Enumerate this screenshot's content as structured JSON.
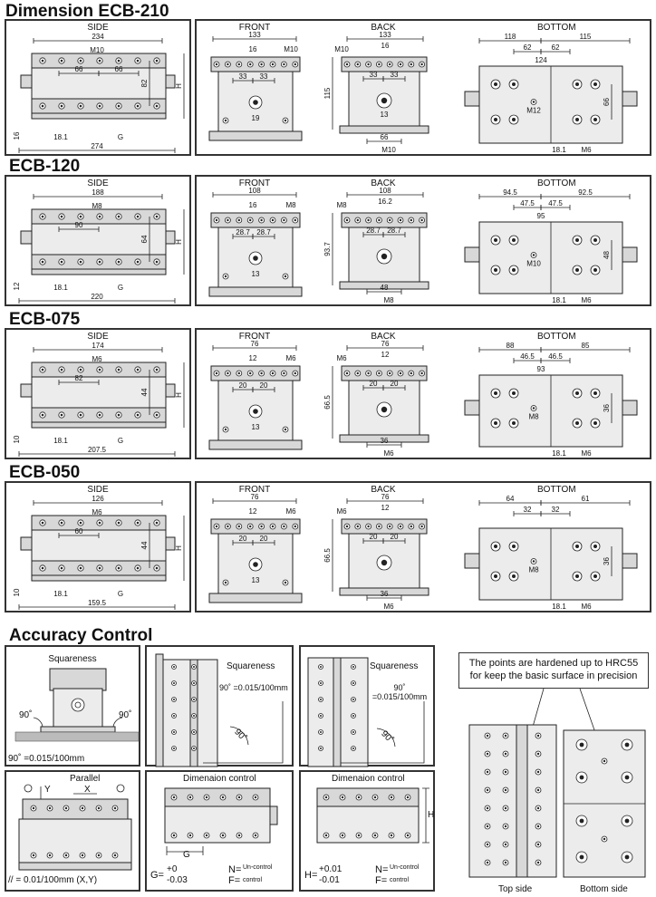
{
  "models": [
    {
      "title": "Dimension ECB-210",
      "views": {
        "side": "SIDE",
        "front": "FRONT",
        "back": "BACK",
        "bottom": "BOTTOM"
      },
      "side": {
        "overall_len": "234",
        "thread": "M10",
        "spacing1": "66",
        "spacing2": "66",
        "height_dim": "82",
        "left_h": "16",
        "edge": "18.1",
        "gauge": "G",
        "base_len": "274",
        "h_label": "H"
      },
      "front": {
        "width": "133",
        "center": "16",
        "thread": "M10",
        "pitch1": "33",
        "pitch2": "33",
        "center_hole": "19"
      },
      "back": {
        "width": "133",
        "thread": "M10",
        "center": "16",
        "pitch1": "33",
        "pitch2": "33",
        "center_hole": "13",
        "height": "115",
        "bottom_pitch": "66",
        "bottom_thread": "M10"
      },
      "bottom": {
        "left": "118",
        "right": "115",
        "half1": "62",
        "half2": "62",
        "center": "124",
        "inner": "66",
        "thread": "M12",
        "edge": "18.1",
        "edge_thread": "M6"
      }
    },
    {
      "title": "ECB-120",
      "views": {
        "side": "SIDE",
        "front": "FRONT",
        "back": "BACK",
        "bottom": "BOTTOM"
      },
      "side": {
        "overall_len": "188",
        "thread": "M8",
        "spacing1": "90",
        "height_dim": "64",
        "left_h": "12",
        "edge": "18.1",
        "gauge": "G",
        "base_len": "220",
        "h_label": "H"
      },
      "front": {
        "width": "108",
        "center": "16",
        "thread": "M8",
        "pitch1": "28.7",
        "pitch2": "28.7",
        "center_hole": "13"
      },
      "back": {
        "width": "108",
        "thread": "M8",
        "center": "16.2",
        "pitch1": "28.7",
        "pitch2": "28.7",
        "height": "93.7",
        "bottom_pitch": "48",
        "bottom_thread": "M8"
      },
      "bottom": {
        "left": "94.5",
        "right": "92.5",
        "half1": "47.5",
        "half2": "47.5",
        "center": "95",
        "inner": "48",
        "thread": "M10",
        "edge": "18.1",
        "edge_thread": "M6"
      }
    },
    {
      "title": "ECB-075",
      "views": {
        "side": "SIDE",
        "front": "FRONT",
        "back": "BACK",
        "bottom": "BOTTOM"
      },
      "side": {
        "overall_len": "174",
        "thread": "M6",
        "spacing1": "82",
        "height_dim": "44",
        "left_h": "10",
        "edge": "18.1",
        "gauge": "G",
        "base_len": "207.5",
        "h_label": "H"
      },
      "front": {
        "width": "76",
        "center": "12",
        "thread": "M6",
        "pitch1": "20",
        "pitch2": "20",
        "center_hole": "13"
      },
      "back": {
        "width": "76",
        "thread": "M6",
        "center": "12",
        "pitch1": "20",
        "pitch2": "20",
        "height": "66.5",
        "bottom_pitch": "36",
        "bottom_thread": "M6"
      },
      "bottom": {
        "left": "88",
        "right": "85",
        "half1": "46.5",
        "half2": "46.5",
        "center": "93",
        "inner": "36",
        "thread": "M8",
        "edge": "18.1",
        "edge_thread": "M6"
      }
    },
    {
      "title": "ECB-050",
      "views": {
        "side": "SIDE",
        "front": "FRONT",
        "back": "BACK",
        "bottom": "BOTTOM"
      },
      "side": {
        "overall_len": "126",
        "thread": "M6",
        "spacing1": "60",
        "height_dim": "44",
        "left_h": "10",
        "edge": "18.1",
        "gauge": "G",
        "base_len": "159.5",
        "h_label": "H"
      },
      "front": {
        "width": "76",
        "center": "12",
        "thread": "M6",
        "pitch1": "20",
        "pitch2": "20",
        "center_hole": "13"
      },
      "back": {
        "width": "76",
        "thread": "M6",
        "center": "12",
        "pitch1": "20",
        "pitch2": "20",
        "height": "66.5",
        "bottom_pitch": "36",
        "bottom_thread": "M6"
      },
      "bottom": {
        "left": "64",
        "right": "61",
        "half1": "32",
        "half2": "32",
        "inner": "36",
        "thread": "M8",
        "edge": "18.1",
        "edge_thread": "M6"
      }
    }
  ],
  "accuracy": {
    "title": "Accuracy Control",
    "squareness": "Squareness",
    "angle90": "90˚",
    "sq_tol_left": "90˚ =0.015/100mm",
    "sq_tol": "90˚ =0.015/100mm",
    "parallel": "Parallel",
    "axis_y": "Y",
    "axis_x": "X",
    "par_tol": "// = 0.01/100mm (X,Y)",
    "dim_control": "Dimenaion control",
    "g_tol": "G=",
    "g_plus": "+0",
    "g_minus": "-0.03",
    "h_tol": "H=",
    "h_plus": "+0.01",
    "h_minus": "-0.01",
    "n_label": "N=",
    "n_text": "Un-control",
    "f_label": "F=",
    "f_text": "control",
    "g_letter": "G",
    "h_letter": "H",
    "note_line1": "The points are hardened up to HRC55",
    "note_line2": "for keep the basic surface in precision",
    "top_side": "Top side",
    "bottom_side": "Bottom side"
  }
}
